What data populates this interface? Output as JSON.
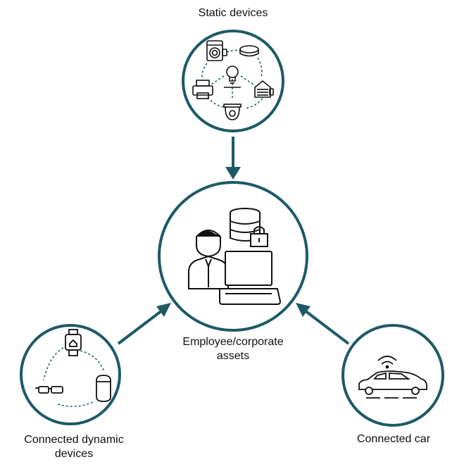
{
  "colors": {
    "ring": "#1d5a66",
    "icon": "#111111",
    "dash": "#1d5a66"
  },
  "nodes": {
    "static": {
      "label": "Static devices",
      "icons": [
        "washing-machine-icon",
        "smart-speaker-icon",
        "light-bulb-icon",
        "printer-icon",
        "garage-door-icon",
        "security-camera-icon"
      ]
    },
    "center": {
      "label_line1": "Employee/corporate",
      "label_line2": "assets",
      "icons": [
        "employee-icon",
        "database-icon",
        "padlock-icon",
        "laptop-icon"
      ]
    },
    "dynamic": {
      "label_line1": "Connected dynamic",
      "label_line2": "devices",
      "icons": [
        "smartwatch-icon",
        "smart-glasses-icon",
        "voice-assistant-icon"
      ]
    },
    "car": {
      "label": "Connected car",
      "icons": [
        "car-icon",
        "wireless-signal-icon"
      ]
    }
  }
}
